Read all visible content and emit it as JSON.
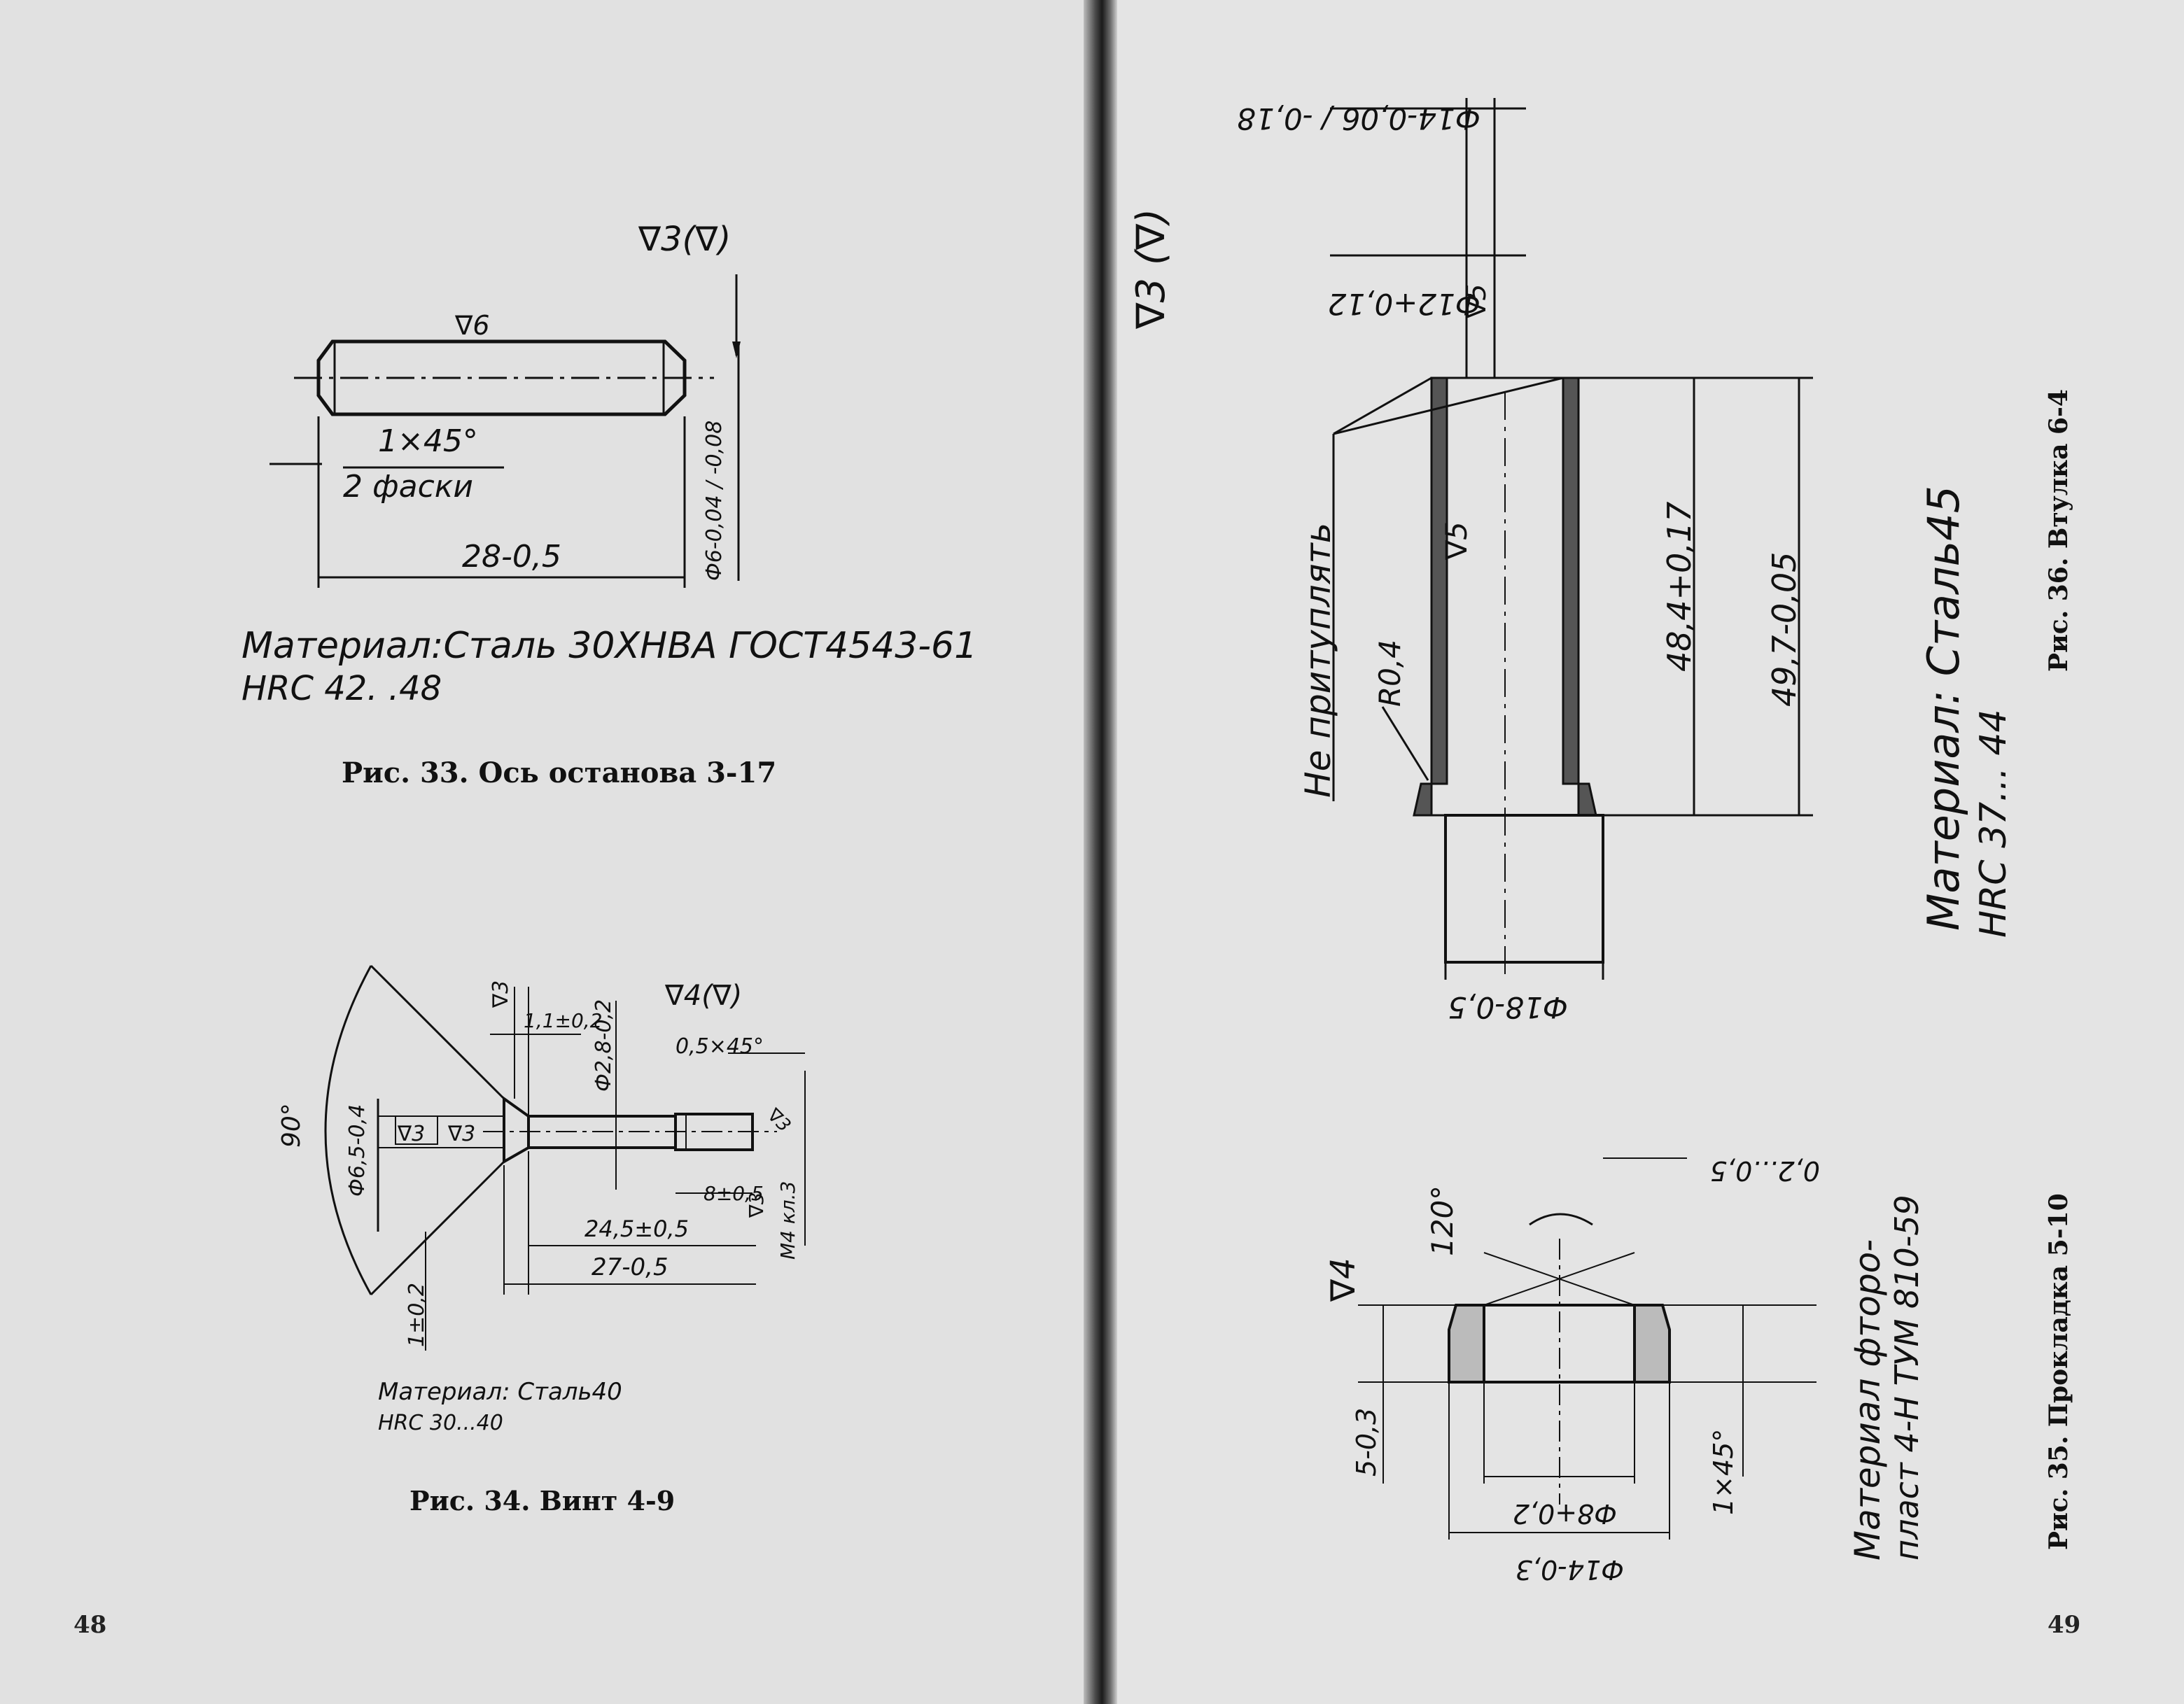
{
  "left_page": {
    "fig33": {
      "surface_general": "∇3(∇)",
      "surface_local": "∇6",
      "chamfer": "1×45°",
      "chamfer_note": "2 фаски",
      "length": "28-0,5",
      "diameter": "Ф6-0,04 / -0,08",
      "material": "Материал:Сталь 30ХНВА ГОСТ4543-61",
      "hardness": "HRC 42. .48",
      "caption": "Рис. 33. Ось останова 3-17"
    },
    "fig34": {
      "surface_general": "∇4(∇)",
      "head_angle": "90°",
      "head_diameter": "Ф6,5-0,4",
      "head_finish_a": "∇3",
      "head_finish_b": "∇3",
      "top_finish": "∇3",
      "head_height": "1,1±0,2",
      "shank_diameter": "Ф2,8-0,2",
      "end_chamfer": "0,5×45°",
      "end_finish": "∇3",
      "thread_length": "8±0,5",
      "thread_finish": "∇3",
      "thread_spec": "M4 кл.3",
      "shank_length": "24,5±0,5",
      "total_length": "27-0,5",
      "head_step": "1±0,2",
      "material": "Материал: Сталь40",
      "hardness": "HRC 30...40",
      "caption": "Рис. 34. Винт 4-9"
    },
    "page_number": "48"
  },
  "right_page": {
    "fig36": {
      "surface_general": "∇3 (∇)",
      "bore_top": "Ф14-0,06 / -0,18",
      "bore_inner": "Ф12+0,12",
      "inner_finish": "∇5",
      "outer_finish": "∇5",
      "note": "Не притуплять",
      "radius": "R0,4",
      "height_inner": "48,4+0,17",
      "height_total": "49,7-0,05",
      "flange_diameter": "Ф18-0,5",
      "material": "Материал: Сталь45",
      "hardness": "HRC 37... 44",
      "caption": "Рис. 36. Втулка 6-4"
    },
    "fig35": {
      "surface_general": "∇4",
      "angle": "120°",
      "chamfer_top": "0,2...0,5",
      "thickness": "5-0,3",
      "bore": "Ф8+0,2",
      "outer": "Ф14-0,3",
      "chamfer": "1×45°",
      "material": "Материал фторо-",
      "material_2": "пласт 4-Н ТУМ 810-59",
      "caption": "Рис. 35. Прокладка 5-10"
    },
    "page_number": "49"
  }
}
